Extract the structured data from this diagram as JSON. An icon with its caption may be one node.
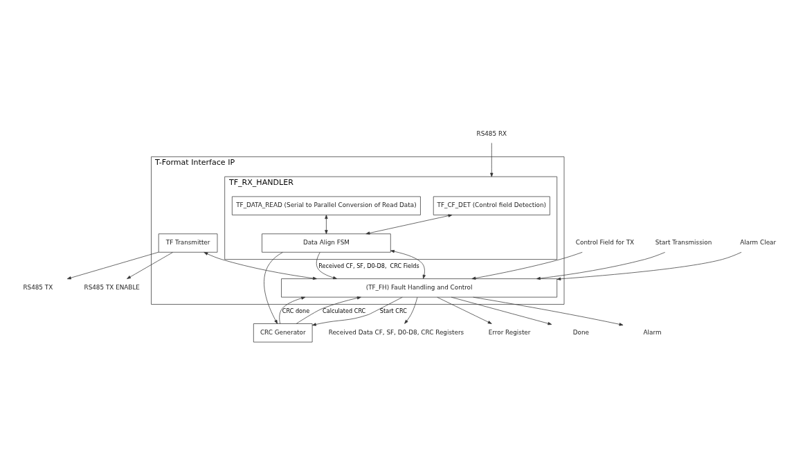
{
  "diagram": {
    "nodes": [
      {
        "text": [
          "T-Format Interface IP"
        ]
      },
      {
        "text": [
          "TF_RX_HANDLER"
        ],
        "in": 0
      },
      {
        "text": [
          "TF_CF_DET (Control field Detection)"
        ],
        "in": 1
      },
      {
        "text": [
          "TF_DATA_READ (Serial to Parallel Conversion of Read Data)"
        ],
        "in": 1
      },
      {
        "text": [
          "Data Align FSM"
        ],
        "in": 1
      },
      {
        "text": [
          "TF Transmitter"
        ],
        "in": 0
      },
      {
        "text": [
          "(TF_FH) Fault Handling and Control"
        ],
        "in": 0
      },
      {
        "text": [
          "CRC Generator"
        ]
      },
      {
        "text": [
          "RS485 RX"
        ]
      },
      {
        "text": [
          "RS485 TX"
        ]
      },
      {
        "text": [
          "RS485 TX ENABLE"
        ]
      },
      {
        "text": [
          "Control Field for TX"
        ]
      },
      {
        "text": [
          "Received Data CF, SF, D0-D8, CRC Registers"
        ]
      },
      {
        "text": [
          "Error Register"
        ]
      },
      {
        "text": [
          "Start Transmission"
        ]
      },
      {
        "text": [
          "Done"
        ]
      },
      {
        "text": [
          "Alarm Clear"
        ]
      },
      {
        "text": [
          "Alarm"
        ]
      }
    ],
    "edges": [
      {
        "from": 8,
        "to": 1,
        "arrow": "to"
      },
      {
        "from": 2,
        "to": 4,
        "arrow": "both"
      },
      {
        "from": 3,
        "to": 4,
        "arrow": "both"
      },
      {
        "from": 4,
        "to": 6,
        "arrow": "both"
      },
      {
        "from": 5,
        "to": 6,
        "arrow": "both"
      },
      {
        "from": 5,
        "to": 9,
        "arrow": "to"
      },
      {
        "from": 5,
        "to": 10,
        "arrow": "to"
      },
      {
        "from": 4,
        "to": 7,
        "arrow": "to"
      },
      {
        "from": 4,
        "to": 6,
        "arrow": "to",
        "label": "Received CF, SF, D0-D8,  CRC Fields"
      },
      {
        "from": 6,
        "to": 7,
        "arrow": "to",
        "label": "Start CRC"
      },
      {
        "from": 7,
        "to": 6,
        "arrow": "to",
        "label": "CRC done"
      },
      {
        "from": 7,
        "to": 6,
        "arrow": "to",
        "label": "Calculated CRC"
      },
      {
        "from": 11,
        "to": 6,
        "arrow": "to"
      },
      {
        "from": 6,
        "to": 12,
        "arrow": "to"
      },
      {
        "from": 6,
        "to": 13,
        "arrow": "to"
      },
      {
        "from": 14,
        "to": 6,
        "arrow": "to"
      },
      {
        "from": 6,
        "to": 15,
        "arrow": "to"
      },
      {
        "from": 16,
        "to": 6,
        "arrow": "to"
      },
      {
        "from": 6,
        "to": 17,
        "arrow": "to"
      }
    ]
  }
}
